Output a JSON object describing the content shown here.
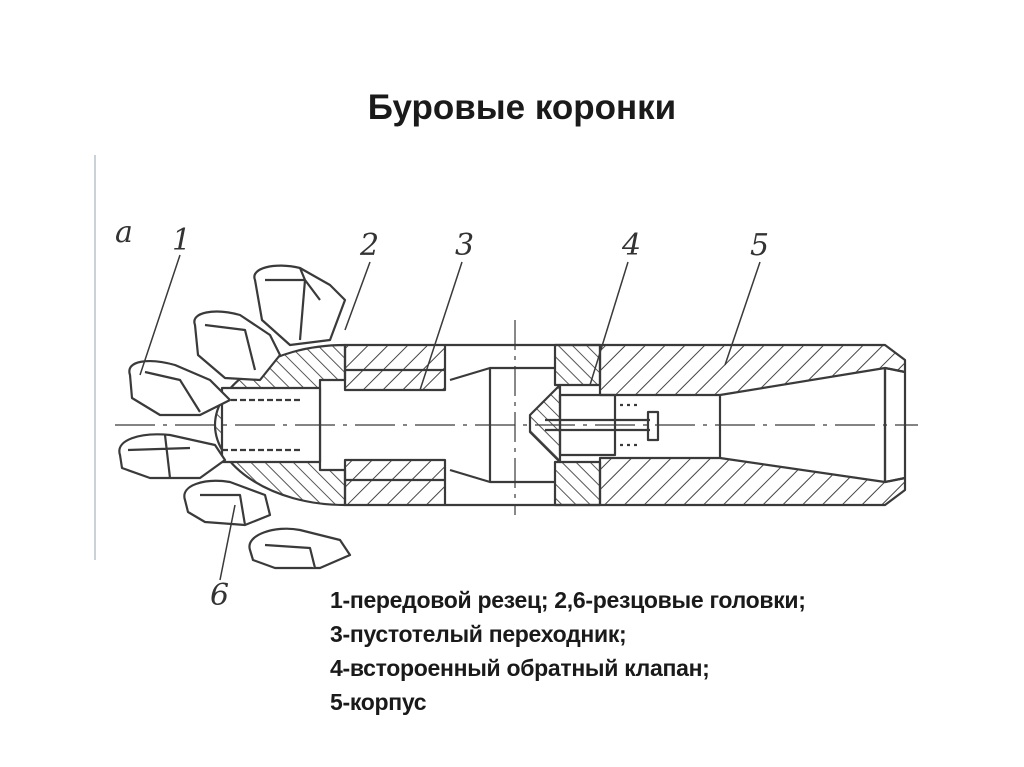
{
  "slide": {
    "title": "Буровые коронки",
    "legend": [
      "1-передовой резец; 2,6-резцовые головки;",
      "3-пустотелый переходник;",
      "4-встороенный обратный клапан;",
      "5-корпус"
    ]
  },
  "diagram": {
    "figure_letter": "а",
    "labels": [
      "1",
      "2",
      "3",
      "4",
      "5",
      "6"
    ],
    "line_color": "#3a3a3a"
  }
}
